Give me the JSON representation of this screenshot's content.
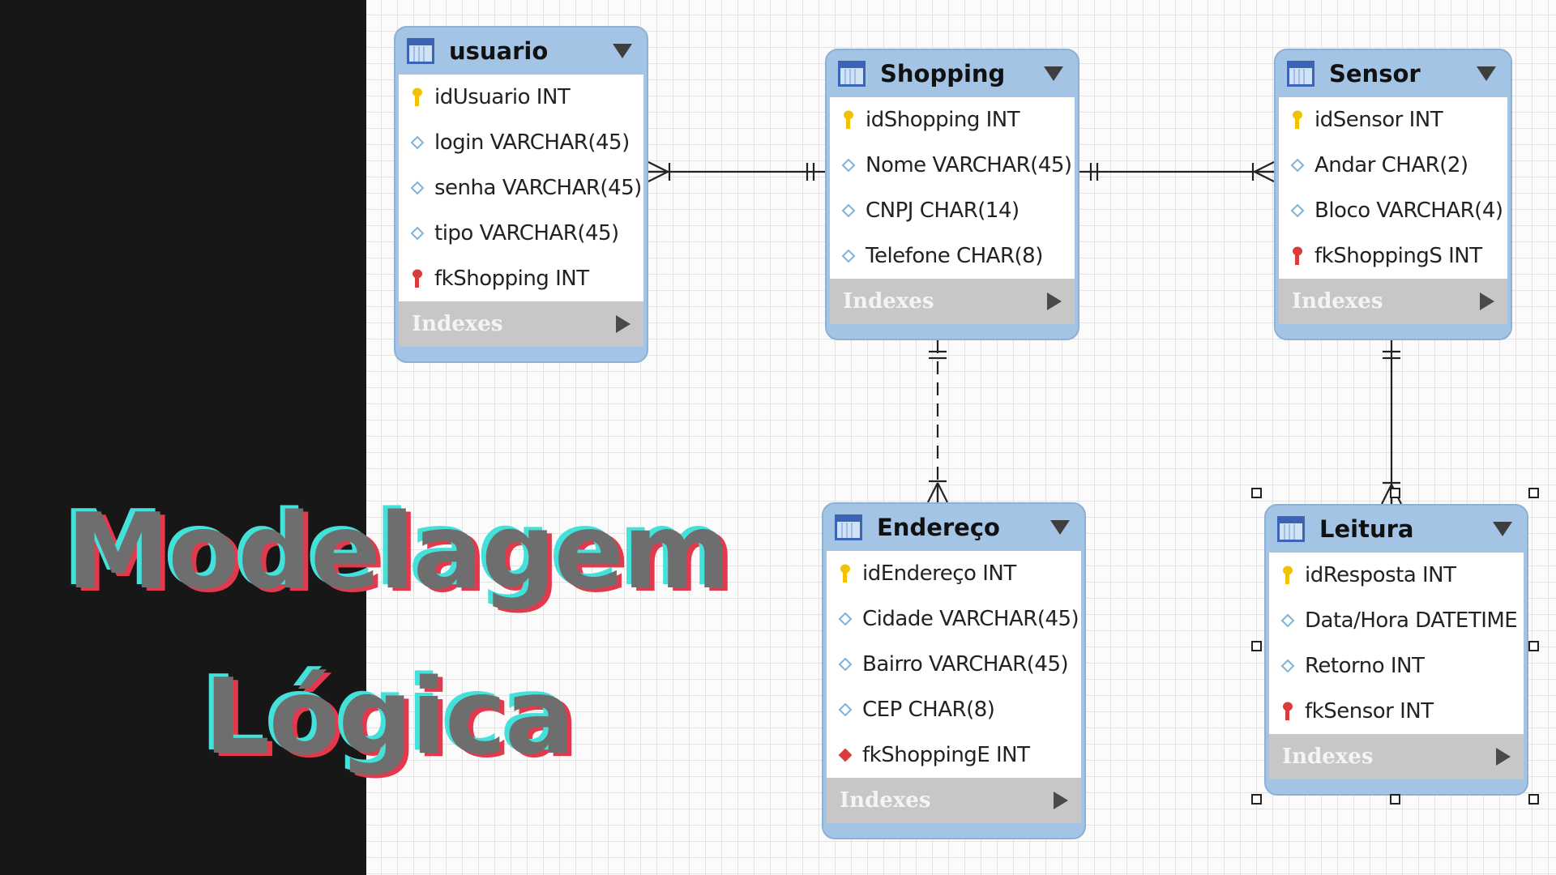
{
  "caption": {
    "line1": "Modelagem",
    "line2": "Lógica"
  },
  "indexes_label": "Indexes",
  "colors": {
    "left_panel": "#171717",
    "entity_header": "#a3c4e4",
    "pk_key": "#f2c200",
    "fk_key": "#d93c3c",
    "attr_diamond": "#7fb3d6",
    "caption_fill": "#6e6e6e",
    "caption_cyan": "#44e0da",
    "caption_red": "#e23a4c"
  },
  "entities": [
    {
      "id": "usuario",
      "title": "usuario",
      "selected": false,
      "columns": [
        {
          "name": "idUsuario INT",
          "icon": "pk-key-icon"
        },
        {
          "name": "login VARCHAR(45)",
          "icon": "attribute-diamond-icon"
        },
        {
          "name": "senha VARCHAR(45)",
          "icon": "attribute-diamond-icon"
        },
        {
          "name": "tipo VARCHAR(45)",
          "icon": "attribute-diamond-icon"
        },
        {
          "name": "fkShopping INT",
          "icon": "fk-key-icon"
        }
      ]
    },
    {
      "id": "shopping",
      "title": "Shopping",
      "selected": false,
      "columns": [
        {
          "name": "idShopping INT",
          "icon": "pk-key-icon"
        },
        {
          "name": "Nome VARCHAR(45)",
          "icon": "attribute-diamond-icon"
        },
        {
          "name": "CNPJ CHAR(14)",
          "icon": "attribute-diamond-icon"
        },
        {
          "name": "Telefone CHAR(8)",
          "icon": "attribute-diamond-icon"
        }
      ]
    },
    {
      "id": "sensor",
      "title": "Sensor",
      "selected": false,
      "columns": [
        {
          "name": "idSensor INT",
          "icon": "pk-key-icon"
        },
        {
          "name": "Andar CHAR(2)",
          "icon": "attribute-diamond-icon"
        },
        {
          "name": "Bloco VARCHAR(4)",
          "icon": "attribute-diamond-icon"
        },
        {
          "name": "fkShoppingS INT",
          "icon": "fk-key-icon"
        }
      ]
    },
    {
      "id": "endereco",
      "title": "Endereço",
      "selected": false,
      "columns": [
        {
          "name": "idEndereço INT",
          "icon": "pk-key-icon"
        },
        {
          "name": "Cidade VARCHAR(45)",
          "icon": "attribute-diamond-icon"
        },
        {
          "name": "Bairro VARCHAR(45)",
          "icon": "attribute-diamond-icon"
        },
        {
          "name": "CEP CHAR(8)",
          "icon": "attribute-diamond-icon"
        },
        {
          "name": "fkShoppingE INT",
          "icon": "fk-diamond-icon"
        }
      ]
    },
    {
      "id": "leitura",
      "title": "Leitura",
      "selected": true,
      "columns": [
        {
          "name": "idResposta INT",
          "icon": "pk-key-icon"
        },
        {
          "name": "Data/Hora DATETIME",
          "icon": "attribute-diamond-icon"
        },
        {
          "name": "Retorno INT",
          "icon": "attribute-diamond-icon"
        },
        {
          "name": "fkSensor INT",
          "icon": "fk-key-icon"
        }
      ]
    }
  ],
  "relationships": [
    {
      "from": "shopping",
      "to": "usuario",
      "from_end": "one-and-only-one",
      "to_end": "one-or-many",
      "style": "solid"
    },
    {
      "from": "shopping",
      "to": "sensor",
      "from_end": "one-and-only-one",
      "to_end": "one-or-many",
      "style": "solid"
    },
    {
      "from": "shopping",
      "to": "endereco",
      "from_end": "one-and-only-one",
      "to_end": "one-or-many",
      "style": "dashed"
    },
    {
      "from": "sensor",
      "to": "leitura",
      "from_end": "one-and-only-one",
      "to_end": "one-or-many",
      "style": "solid"
    }
  ]
}
